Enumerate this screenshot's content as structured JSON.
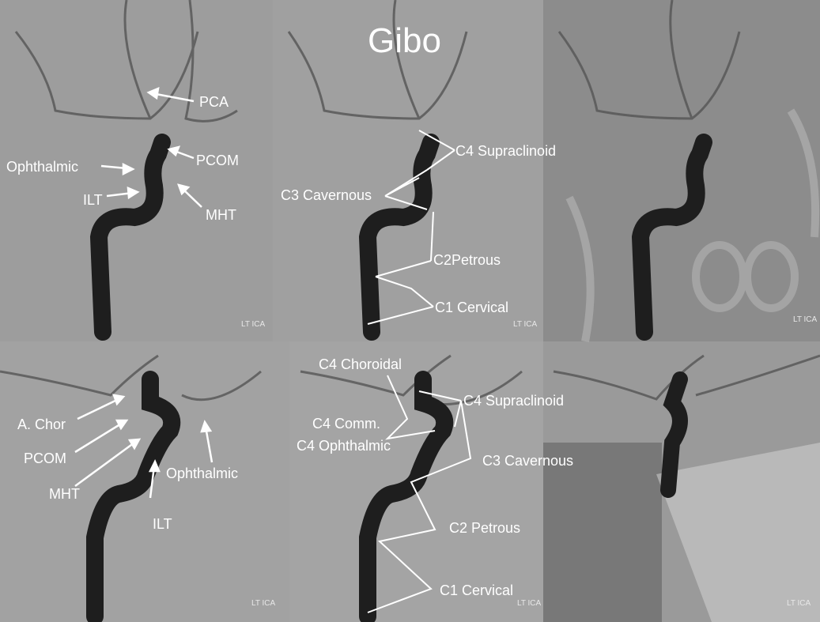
{
  "title": "Gibo",
  "watermark": "LT ICA",
  "panels": {
    "top_left": {
      "labels": {
        "pca": "PCA",
        "ophthalmic": "Ophthalmic",
        "pcom": "PCOM",
        "ilt": "ILT",
        "mht": "MHT"
      }
    },
    "top_middle": {
      "labels": {
        "c4": "C4 Supraclinoid",
        "c3": "C3 Cavernous",
        "c2": "C2Petrous",
        "c1": "C1 Cervical"
      }
    },
    "bottom_left": {
      "labels": {
        "achor": "A. Chor",
        "pcom": "PCOM",
        "ophthalmic": "Ophthalmic",
        "mht": "MHT",
        "ilt": "ILT"
      }
    },
    "bottom_middle": {
      "labels": {
        "choroidal": "C4 Choroidal",
        "supraclinoid": "C4 Supraclinoid",
        "comm": "C4 Comm.",
        "ophthalmic": "C4 Ophthalmic",
        "c3": "C3 Cavernous",
        "c2": "C2 Petrous",
        "c1": "C1 Cervical"
      }
    }
  },
  "colors": {
    "background": "#9c9c9c",
    "vessel": "#1e1e1e",
    "annotation": "#ffffff"
  }
}
